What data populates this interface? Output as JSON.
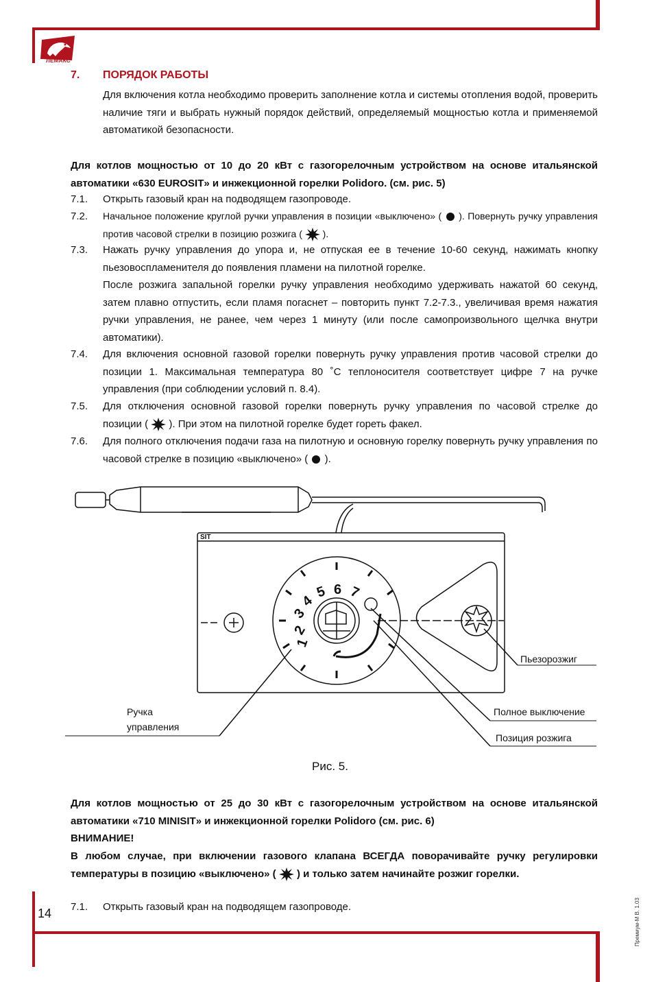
{
  "brand": {
    "name": "ЛЕМАКС"
  },
  "section": {
    "number": "7.",
    "title": "ПОРЯДОК РАБОТЫ"
  },
  "intro": "Для включения котла необходимо проверить заполнение котла и системы отопления водой, проверить наличие тяги и выбрать нужный порядок действий, определяемый мощностью котла и применяемой автоматикой безопасности.",
  "block1": {
    "heading": "Для котлов мощностью от 10 до 20 кВт с газогорелочным устройством на основе итальянской автоматики «630 EUROSIT» и инжекционной горелки Polidoro. (см. рис. 5)",
    "items": [
      {
        "num": "7.1.",
        "text": "Открыть газовый кран на подводящем газопроводе."
      },
      {
        "num": "7.2.",
        "a": "Начальное положение круглой ручки управления в позиции «выключено» (",
        "b": "). Повернуть ручку управления против часовой стрелки в позицию розжига (",
        "c": ")."
      },
      {
        "num": "7.3.",
        "text": "Нажать ручку управления до упора и, не отпуская ее в течение 10-60 секунд, нажимать кнопку пьезовоспламенителя до появления пламени на пилотной горелке.",
        "text2": "После розжига запальной горелки ручку управления необходимо удерживать нажатой 60 секунд, затем плавно отпустить, если пламя погаснет – повторить пункт 7.2-7.3., увеличивая время нажатия ручки управления, не ранее, чем через 1 минуту (или после самопроизвольного щелчка внутри автоматики)."
      },
      {
        "num": "7.4.",
        "text": "Для включения основной газовой горелки повернуть ручку управления против часовой стрелки до позиции 1. Максимальная температура 80 ˚С теплоносителя соответствует цифре 7 на ручке управления (при соблюдении условий п. 8.4)."
      },
      {
        "num": "7.5.",
        "a": "Для отключения основной газовой горелки повернуть ручку управления по часовой стрелке до позиции (",
        "b": "). При этом на пилотной горелке будет гореть факел."
      },
      {
        "num": "7.6.",
        "a": "Для полного отключения подачи газа на пилотную и основную горелку повернуть ручку управления по часовой стрелке в позицию «выключено» (",
        "b": ")."
      }
    ]
  },
  "figure": {
    "caption": "Рис. 5.",
    "maker": "SIT",
    "dial_numbers": [
      "1",
      "2",
      "3",
      "4",
      "5",
      "6",
      "7"
    ],
    "labels": {
      "piezo": "Пьезорозжиг",
      "off": "Полное выключение",
      "ignition": "Позиция розжига",
      "handle_1": "Ручка",
      "handle_2": "управления"
    }
  },
  "block2": {
    "heading": "Для котлов мощностью от 25 до 30 кВт с газогорелочным устройством на основе итальянской автоматики «710 MINISIT» и инжекционной горелки Polidoro (см. рис. 6)",
    "attention": "ВНИМАНИЕ!",
    "warning_a": "В любом случае, при включении газового клапана ВСЕГДА поворачивайте ручку регулировки температуры в позицию «выключено» (",
    "warning_b": ") и только затем начинайте розжиг горелки.",
    "item": {
      "num": "7.1.",
      "text": "Открыть газовый кран на подводящем газопроводе."
    }
  },
  "page_number": "14",
  "side_note": "Премиум-М В. 1.03"
}
